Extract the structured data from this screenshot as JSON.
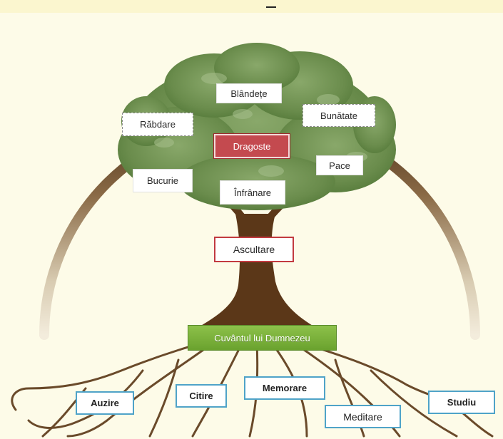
{
  "top_mark": "–",
  "colors": {
    "arc_dark": "#5a3b1e",
    "arc_light": "#e7dcc6",
    "trunk": "#5b3718",
    "foliage": "#6d8f4e",
    "love_fill": "#c44a4f",
    "frame_red": "#c23a3f",
    "word_green": "#7bb33c",
    "root_box_blue": "#4fa3c8",
    "background": "#fdfbe8"
  },
  "fruits": {
    "blandete": "Blândețe",
    "bunatate": "Bunătate",
    "rabdare": "Răbdare",
    "dragoste": "Dragoste",
    "pace": "Pace",
    "bucurie": "Bucurie",
    "infranare": "Înfrânare"
  },
  "trunk_label": "Ascultare",
  "base_label": "Cuvântul lui Dumnezeu",
  "roots": {
    "auzire": "Auzire",
    "citire": "Citire",
    "memorare": "Memorare",
    "meditare": "Meditare",
    "studiu": "Studiu"
  }
}
